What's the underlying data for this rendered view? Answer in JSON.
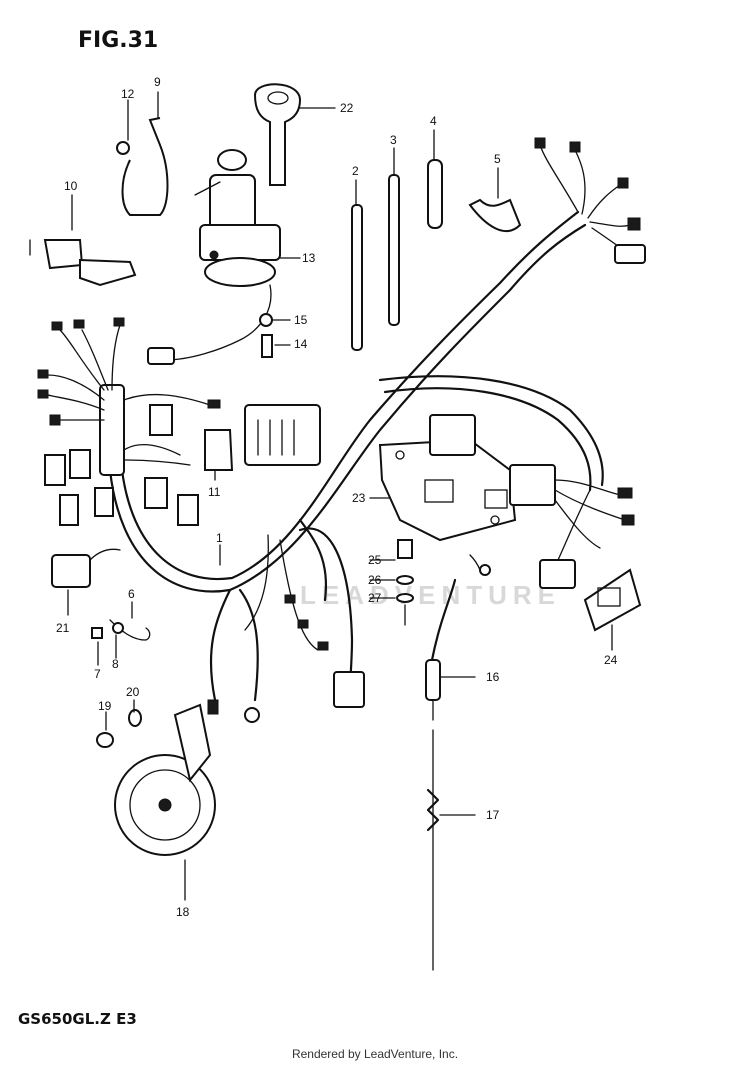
{
  "header": {
    "figure_title": "FIG.31"
  },
  "footer": {
    "model_code": "GS650GL.Z  E3",
    "rendered_by": "Rendered by LeadVenture, Inc."
  },
  "watermark": {
    "text": "LEADVENTURE"
  },
  "callouts": [
    {
      "id": "c1",
      "label": "1"
    },
    {
      "id": "c2",
      "label": "2"
    },
    {
      "id": "c3",
      "label": "3"
    },
    {
      "id": "c4",
      "label": "4"
    },
    {
      "id": "c5",
      "label": "5"
    },
    {
      "id": "c6",
      "label": "6"
    },
    {
      "id": "c7",
      "label": "7"
    },
    {
      "id": "c8",
      "label": "8"
    },
    {
      "id": "c9",
      "label": "9"
    },
    {
      "id": "c10",
      "label": "10"
    },
    {
      "id": "c11",
      "label": "11"
    },
    {
      "id": "c12",
      "label": "12"
    },
    {
      "id": "c13",
      "label": "13"
    },
    {
      "id": "c14",
      "label": "14"
    },
    {
      "id": "c15",
      "label": "15"
    },
    {
      "id": "c16",
      "label": "16"
    },
    {
      "id": "c17",
      "label": "17"
    },
    {
      "id": "c18",
      "label": "18"
    },
    {
      "id": "c19",
      "label": "19"
    },
    {
      "id": "c20",
      "label": "20"
    },
    {
      "id": "c21",
      "label": "21"
    },
    {
      "id": "c22",
      "label": "22"
    },
    {
      "id": "c23",
      "label": "23"
    },
    {
      "id": "c24",
      "label": "24"
    },
    {
      "id": "c25",
      "label": "25"
    },
    {
      "id": "c26",
      "label": "26"
    },
    {
      "id": "c27",
      "label": "27"
    }
  ]
}
